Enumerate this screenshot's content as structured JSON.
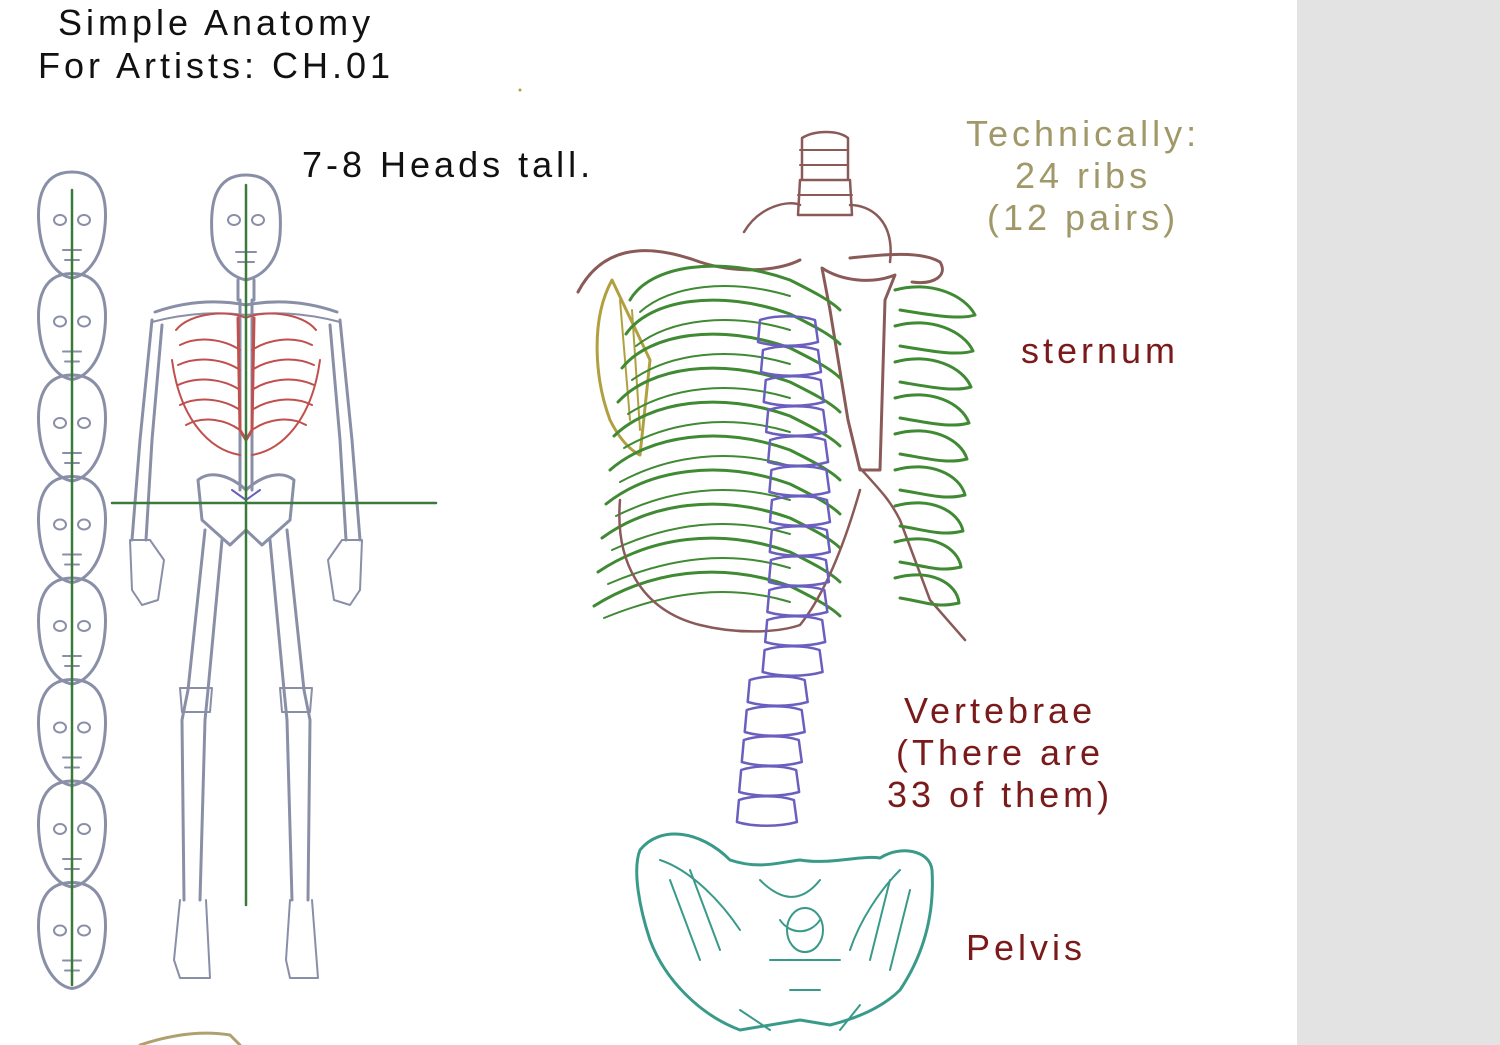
{
  "title": "Simple Anatomy\nFor Artists: CH.01",
  "labels": {
    "heads": "7-8 Heads tall.",
    "ribs": "Technically:\n24 ribs\n(12 pairs)",
    "sternum": "sternum",
    "vertebrae": "Vertebrae\n(There are\n33 of them)",
    "pelvis": "Pelvis"
  },
  "head_scale_count": 8,
  "colors": {
    "skeleton": "#8a8fa8",
    "ribcage_small": "#c0504d",
    "ribcage_green": "#3f8a33",
    "sternum": "#8a5a58",
    "spine": "#6a5fbf",
    "pelvis": "#3a9a8a",
    "scapula": "#b0a040",
    "guide_line": "#3a7a3a",
    "annotation_ribs": "#a09868",
    "annotation_dark_red": "#7a1a1a",
    "side_panel": "#e3e3e3"
  }
}
